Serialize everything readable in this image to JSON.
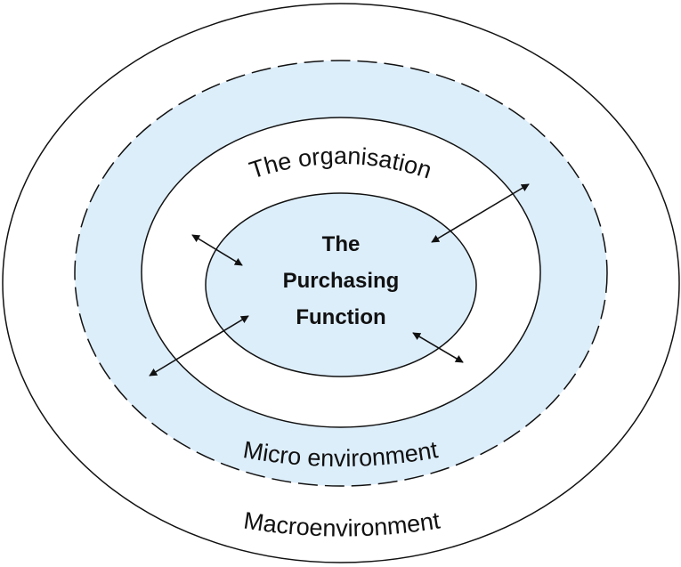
{
  "labels": {
    "organisation": "The organisation",
    "micro": "Micro environment",
    "macro": "Macroenvironment",
    "core_line1": "The",
    "core_line2": "Purchasing",
    "core_line3": "Function"
  },
  "colors": {
    "fill": "#ddeefb",
    "stroke": "#111111",
    "background": "#ffffff"
  }
}
